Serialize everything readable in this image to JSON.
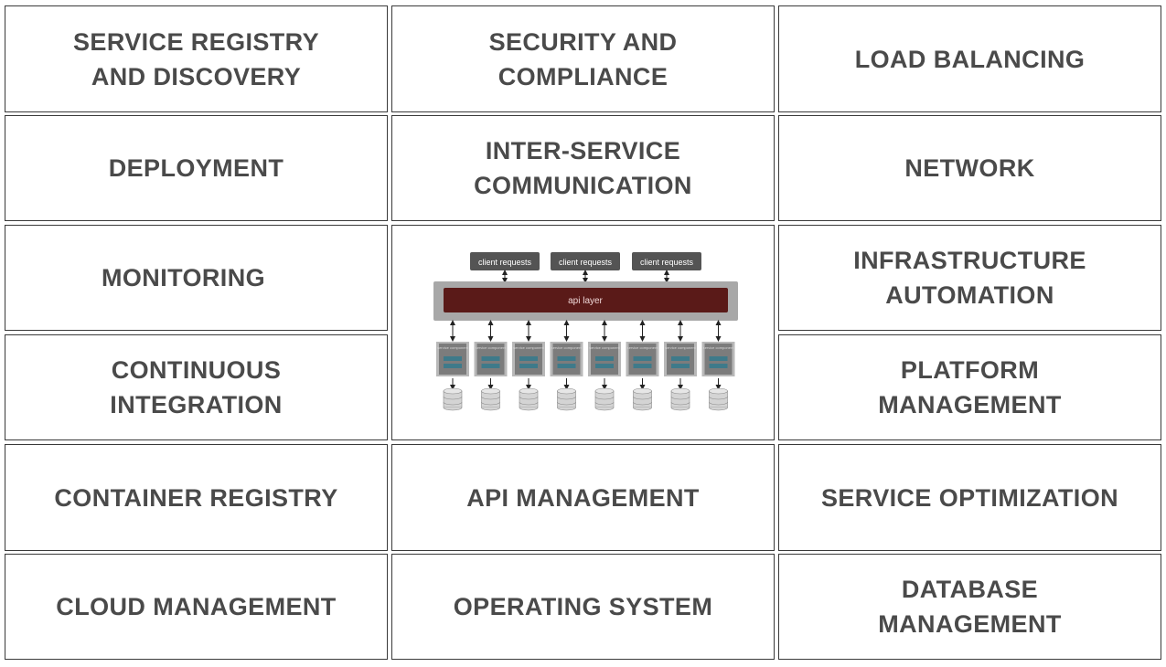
{
  "tiles": [
    {
      "label": "SERVICE REGISTRY\nAND DISCOVERY"
    },
    {
      "label": "SECURITY AND\nCOMPLIANCE"
    },
    {
      "label": "LOAD BALANCING"
    },
    {
      "label": "DEPLOYMENT"
    },
    {
      "label": "INTER-SERVICE\nCOMMUNICATION"
    },
    {
      "label": "NETWORK"
    },
    {
      "label": "MONITORING"
    },
    {
      "label": "INFRASTRUCTURE\nAUTOMATION"
    },
    {
      "label": "CONTINUOUS\nINTEGRATION"
    },
    {
      "label": "PLATFORM\nMANAGEMENT"
    },
    {
      "label": "CONTAINER REGISTRY"
    },
    {
      "label": "API MANAGEMENT"
    },
    {
      "label": "SERVICE OPTIMIZATION"
    },
    {
      "label": "CLOUD MANAGEMENT"
    },
    {
      "label": "OPERATING SYSTEM"
    },
    {
      "label": "DATABASE\nMANAGEMENT"
    }
  ],
  "diagram": {
    "client_requests": [
      "client requests",
      "client requests",
      "client requests"
    ],
    "api_layer": "api layer",
    "service_component_label": "service component",
    "service_count": 8,
    "colors": {
      "api_layer": "#5a1a18",
      "api_frame": "#a8a8a8",
      "client_box": "#545454",
      "component": "#7c7c7c",
      "module": "#3e7a8a"
    }
  }
}
